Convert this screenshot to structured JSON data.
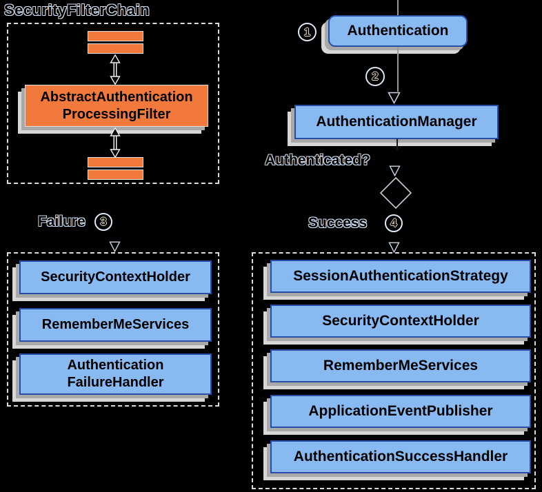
{
  "colors": {
    "background": "#000000",
    "blue_fill": "#88b9f1",
    "blue_border": "#274da8",
    "orange_fill": "#f1793b",
    "shadow_dark": "#a9a9a9",
    "shadow_light": "#d7d7d7",
    "text_outline": "#cfe2f8",
    "dashed_border": "#dcdcdc",
    "connector_gray": "#9a9a9a"
  },
  "filter_chain": {
    "title": "SecurityFilterChain",
    "filter_label": "AbstractAuthentication\nProcessingFilter"
  },
  "flow": {
    "authentication_label": "Authentication",
    "manager_label": "AuthenticationManager",
    "decision_label": "Authenticated?",
    "failure_label": "Failure",
    "success_label": "Success",
    "steps": {
      "one": "1",
      "two": "2",
      "three": "3",
      "four": "4"
    }
  },
  "failure_handlers": [
    "SecurityContextHolder",
    "RememberMeServices",
    "Authentication\nFailureHandler"
  ],
  "success_handlers": [
    "SessionAuthenticationStrategy",
    "SecurityContextHolder",
    "RememberMeServices",
    "ApplicationEventPublisher",
    "AuthenticationSuccessHandler"
  ]
}
